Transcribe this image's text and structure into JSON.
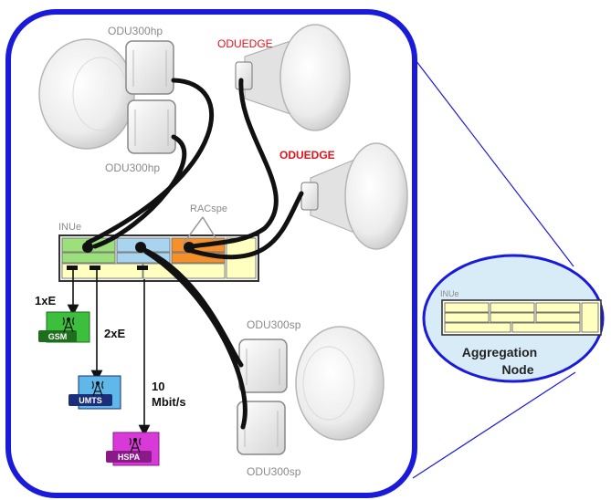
{
  "labels": {
    "odu300hp_top": "ODU300hp",
    "odu300hp_bottom": "ODU300hp",
    "oduedge_top": "ODUEDGE",
    "oduedge_mid": "ODUEDGE",
    "racspe": "RACspe",
    "inue": "INUe",
    "odu300sp_top": "ODU300sp",
    "odu300sp_bottom": "ODU300sp",
    "link_1xe": "1xE",
    "link_2xe": "2xE",
    "link_10_line1": "10",
    "link_10_line2": "Mbit/s"
  },
  "base_stations": {
    "gsm": "GSM",
    "umts": "UMTS",
    "hspa": "HSPA"
  },
  "zoom": {
    "inue": "INUe",
    "title_line1": "Aggregation",
    "title_line2": "Node"
  },
  "colors": {
    "frame": "#1a1adb",
    "oduedge_text": "#e8101a",
    "gray_text": "#8a8a8a",
    "gsm": "#3cbf3c",
    "gsm_tag": "#1e6e1e",
    "umts": "#5fb8e8",
    "umts_tag": "#1a2e7a",
    "hspa": "#d83ad8",
    "hspa_tag": "#8a1a8a",
    "cell_yellow": "#ffffc0",
    "cell_green": "#9be07a",
    "cell_blue": "#a8d4f0",
    "cell_orange": "#f5902a"
  },
  "icons": [
    "antenna-tower-icon"
  ]
}
